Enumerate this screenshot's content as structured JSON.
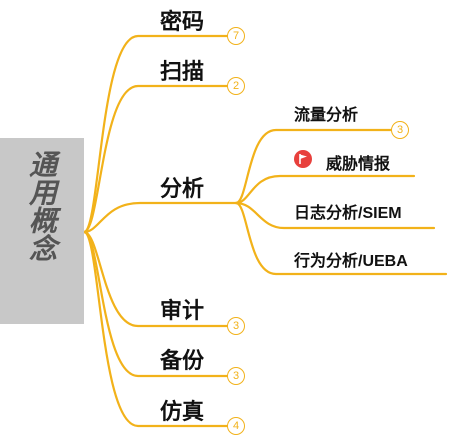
{
  "root": {
    "label": "通用概念"
  },
  "branches": [
    {
      "label": "密码",
      "count": "7"
    },
    {
      "label": "扫描",
      "count": "2"
    },
    {
      "label": "分析",
      "count": ""
    },
    {
      "label": "审计",
      "count": "3"
    },
    {
      "label": "备份",
      "count": "3"
    },
    {
      "label": "仿真",
      "count": "4"
    }
  ],
  "analysis_children": [
    {
      "label": "流量分析",
      "count": "3"
    },
    {
      "label": "威胁情报",
      "icon": "flag-icon"
    },
    {
      "label": "日志分析/SIEM"
    },
    {
      "label": "行为分析/UEBA"
    }
  ],
  "colors": {
    "line": "#f2b21a",
    "root_bg": "#c8c8c8",
    "root_text": "#555555",
    "flag": "#e8403c"
  }
}
